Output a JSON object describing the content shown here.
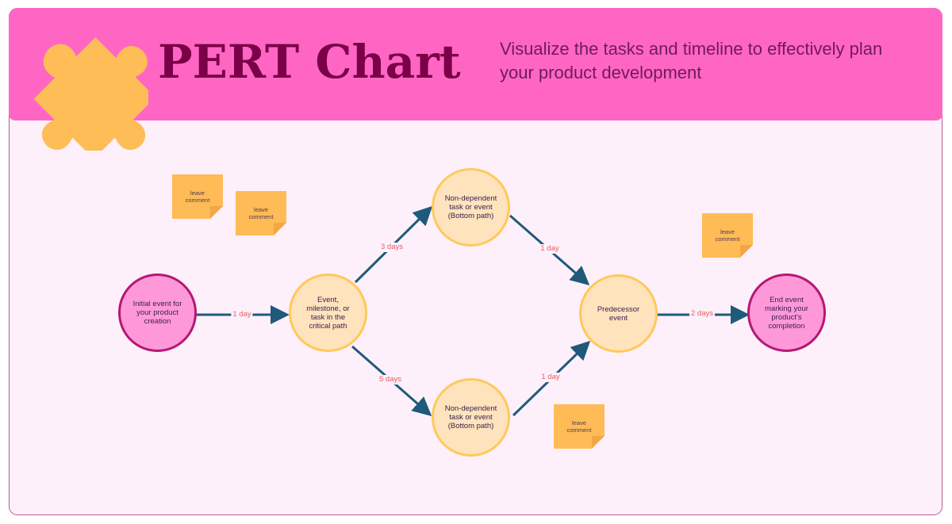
{
  "header": {
    "title": "PERT Chart",
    "subtitle": "Visualize the tasks and timeline to effectively plan your product development",
    "icon": "puzzle-piece-icon"
  },
  "colors": {
    "header_background": "#ff66c4",
    "canvas_background": "#fdf0fa",
    "title_text": "#7a0047",
    "subtitle_text": "#6f1b59",
    "pink_node_fill": "#ff98d9",
    "pink_node_border": "#b51872",
    "peach_node_fill": "#ffe3bd",
    "peach_node_border": "#ffc95a",
    "arrow": "#1f5a7a",
    "duration_text": "#e65d63",
    "comment_note": "#ffbb55"
  },
  "diagram": {
    "nodes": [
      {
        "id": "initial",
        "label": "Initial event for your product creation",
        "style": "pink"
      },
      {
        "id": "critical",
        "label": "Event, milestone, or task in the critical path",
        "style": "peach"
      },
      {
        "id": "top",
        "label": "Non-dependent task or event (Bottom path)",
        "style": "peach"
      },
      {
        "id": "bottom",
        "label": "Non-dependent task or event (Bottom path)",
        "style": "peach"
      },
      {
        "id": "predecessor",
        "label": "Predecessor event",
        "style": "peach"
      },
      {
        "id": "end",
        "label": "End event marking your product's completion",
        "style": "pink"
      }
    ],
    "edges": [
      {
        "from": "initial",
        "to": "critical",
        "duration": "1 day"
      },
      {
        "from": "critical",
        "to": "top",
        "duration": "3 days"
      },
      {
        "from": "critical",
        "to": "bottom",
        "duration": "5 days"
      },
      {
        "from": "top",
        "to": "predecessor",
        "duration": "1 day"
      },
      {
        "from": "bottom",
        "to": "predecessor",
        "duration": "1 day"
      },
      {
        "from": "predecessor",
        "to": "end",
        "duration": "2 days"
      }
    ],
    "comments": [
      {
        "text": "leave comment"
      },
      {
        "text": "leave comment"
      },
      {
        "text": "leave comment"
      },
      {
        "text": "leave comment"
      }
    ]
  }
}
